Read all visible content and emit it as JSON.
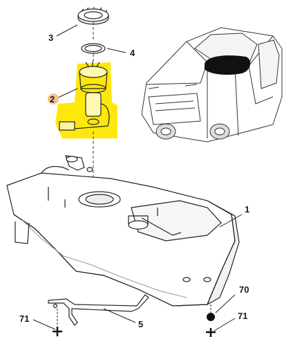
{
  "callouts": {
    "c1": "1",
    "c2": "2",
    "c3": "3",
    "c4": "4",
    "c5": "5",
    "c70": "70",
    "c71_left": "71",
    "c71_right": "71"
  },
  "colors": {
    "highlight": "#ffe600",
    "callout_dot": "#f2c48d",
    "line": "#222222",
    "shadow": "#c8c8c8",
    "blackout": "#111111"
  }
}
